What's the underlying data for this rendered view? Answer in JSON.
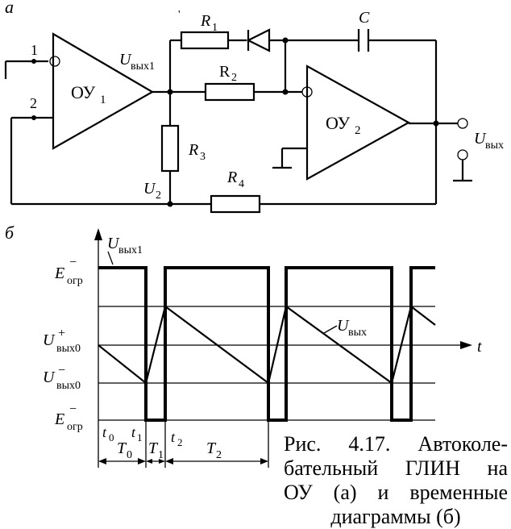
{
  "labels": {
    "part_a": "а",
    "part_b": "б",
    "pin1": "1",
    "pin2": "2",
    "opamp1": "ОУ",
    "opamp1_sub": "1",
    "opamp2": "ОУ",
    "opamp2_sub": "2",
    "r1": "R",
    "r1_sub": "1",
    "r2": "R",
    "r2_sub": "2",
    "r3": "R",
    "r3_sub": "3",
    "r4": "R",
    "r4_sub": "4",
    "cap": "C",
    "uvyx1_main": "U",
    "uvyx1_sub": "вых1",
    "u2_main": "U",
    "u2_sub": "2",
    "uvyx_main": "U",
    "uvyx_sub": "вых"
  },
  "timing": {
    "y_labels": [
      {
        "main": "E",
        "sup": "−",
        "sub": "огр"
      },
      {
        "main": "U",
        "sup": "+",
        "sub": "вых0"
      },
      {
        "main": "U",
        "sup": "−",
        "sub": "вых0"
      },
      {
        "main": "E",
        "sup": "−",
        "sub": "огр"
      }
    ],
    "axis_t": "t",
    "trace_top": {
      "main": "U",
      "sub": "вых1"
    },
    "trace_ramp": {
      "main": "U",
      "sub": "вых"
    },
    "t0": {
      "main": "t",
      "sub": "0"
    },
    "t1": {
      "main": "t",
      "sub": "1"
    },
    "t2": {
      "main": "t",
      "sub": "2"
    },
    "T0": {
      "main": "T",
      "sub": "0"
    },
    "T1": {
      "main": "T",
      "sub": "1"
    },
    "T2": {
      "main": "T",
      "sub": "2"
    }
  },
  "caption": {
    "line1": "Рис. 4.17.   Автоколе-",
    "line2": "бательный ГЛИН на",
    "line3": "ОУ (а) и временные",
    "line4": "диаграммы (б)"
  }
}
